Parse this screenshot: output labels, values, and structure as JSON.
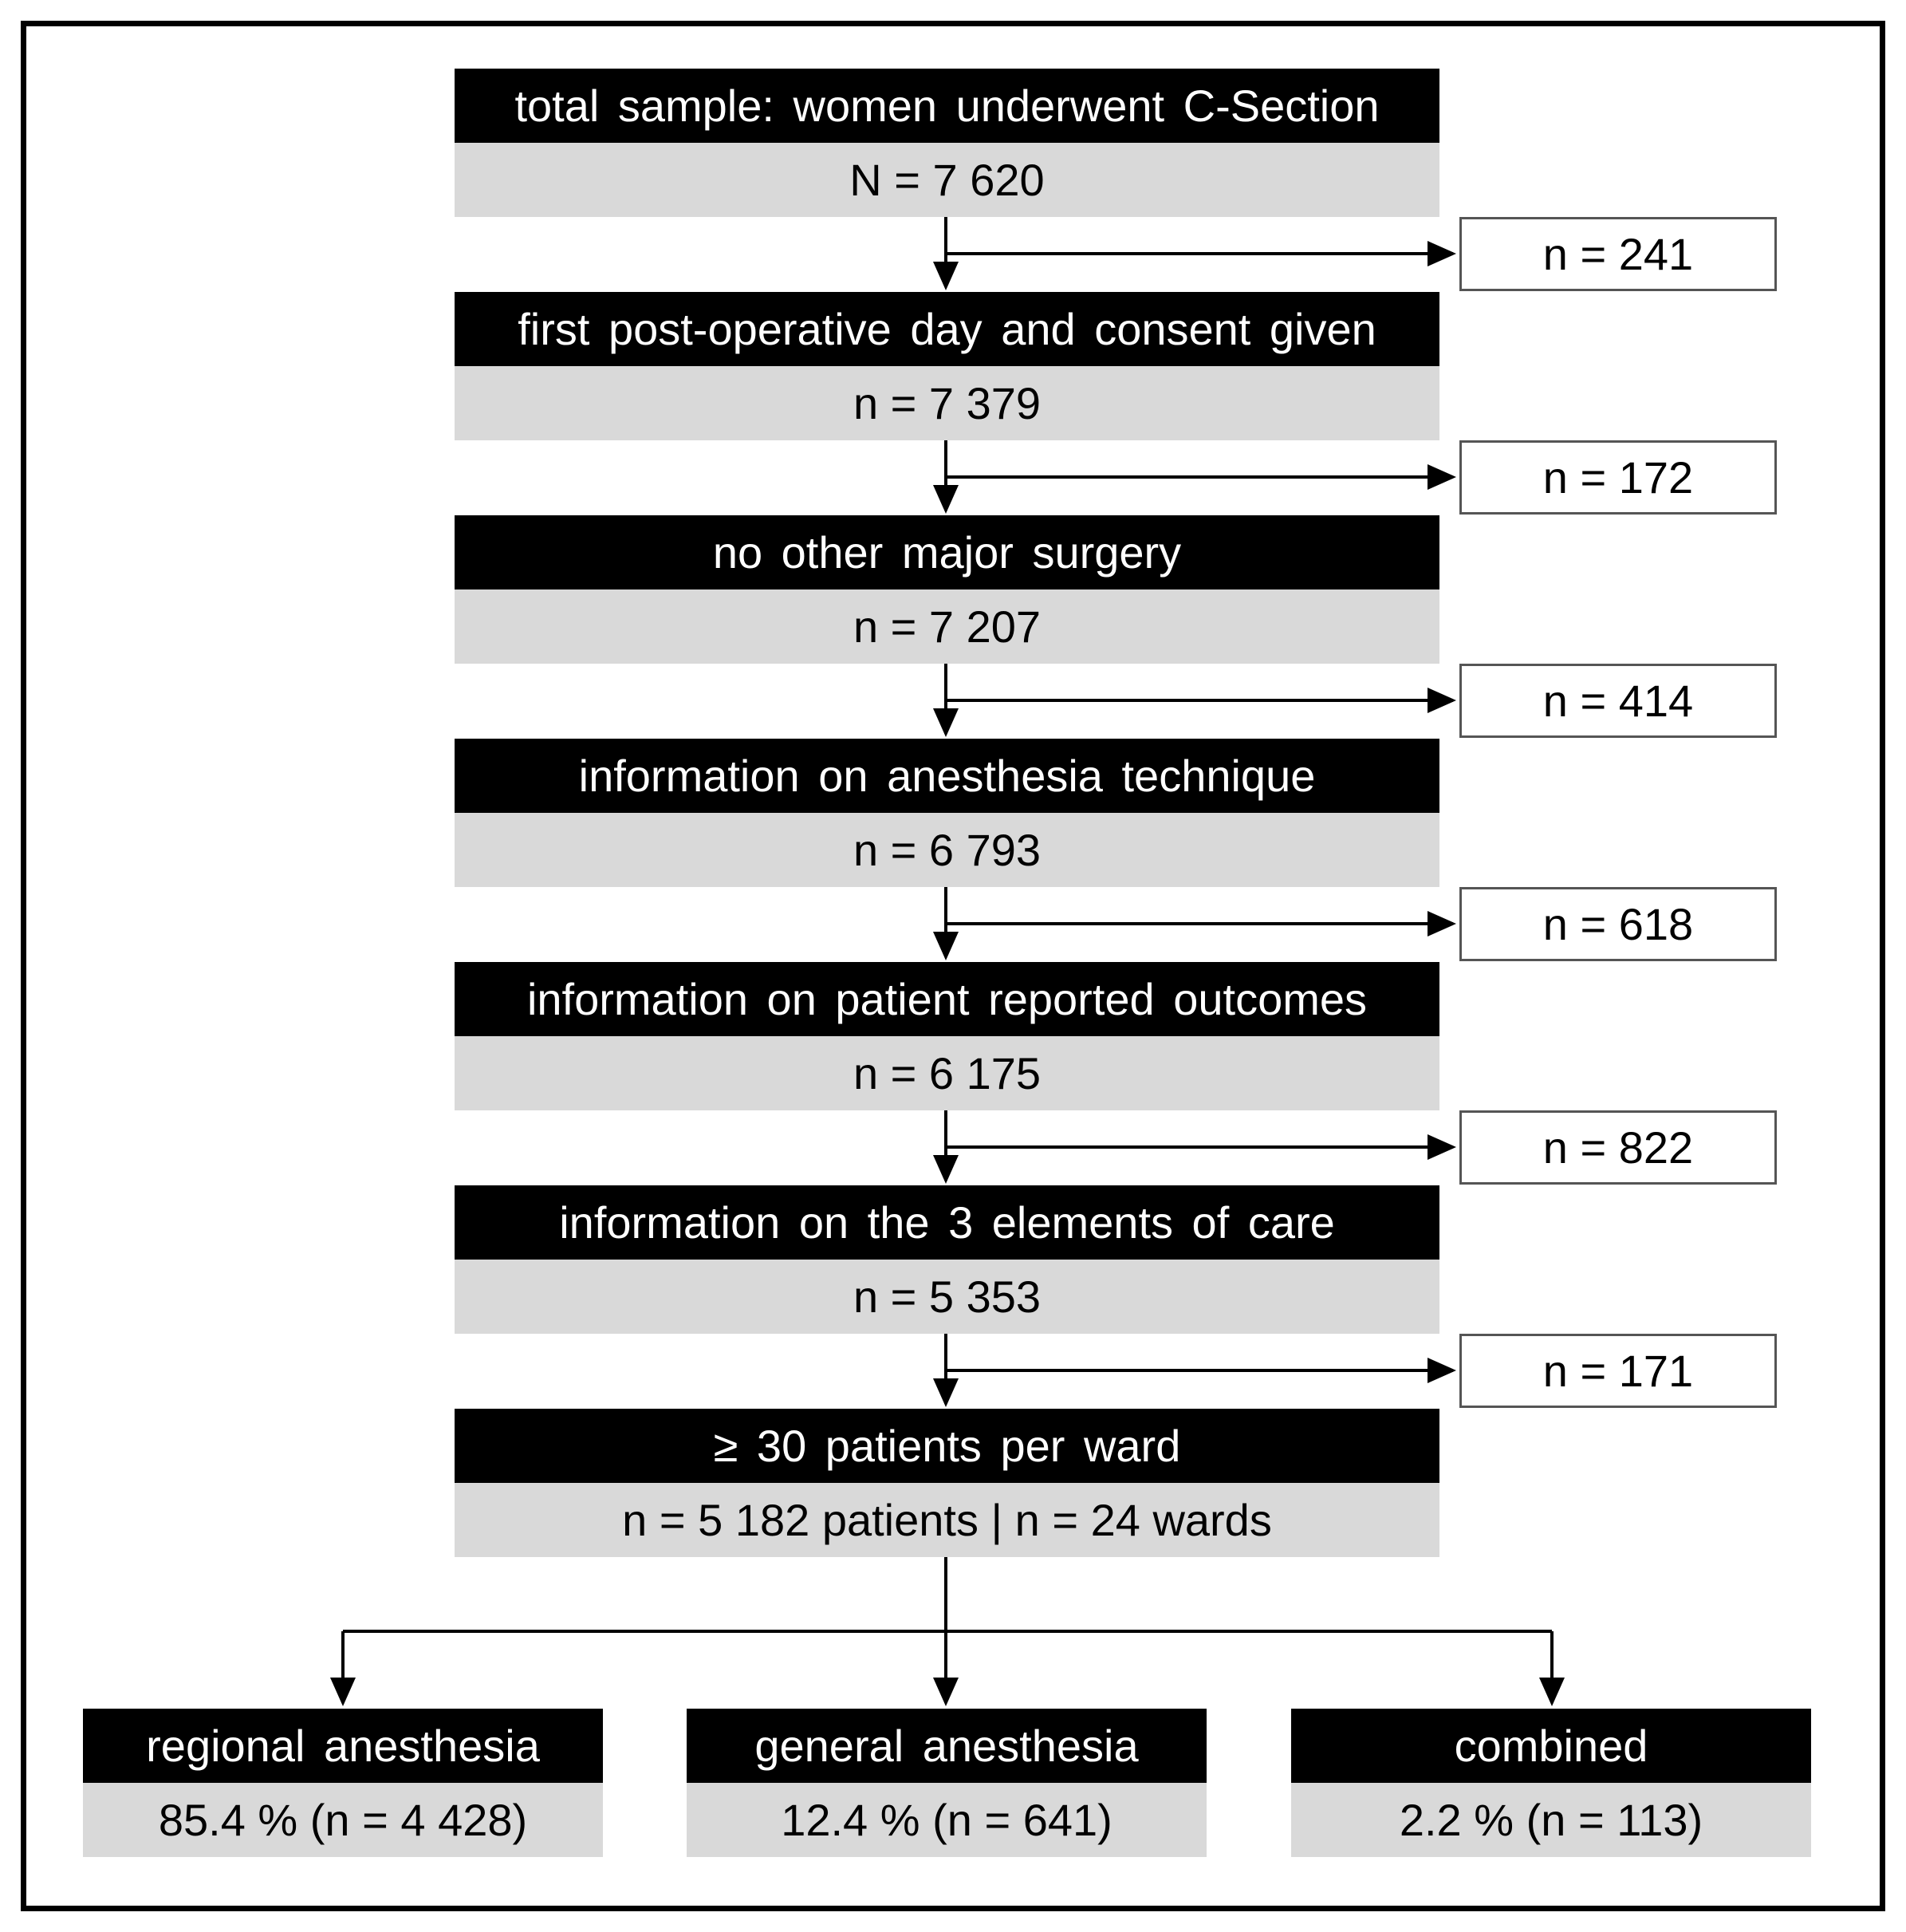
{
  "steps": [
    {
      "label": "total sample: women underwent C-Section",
      "count": "N = 7 620"
    },
    {
      "label": "first post-operative day and consent given",
      "count": "n = 7 379"
    },
    {
      "label": "no other major surgery",
      "count": "n = 7 207"
    },
    {
      "label": "information on anesthesia technique",
      "count": "n = 6 793"
    },
    {
      "label": "information on patient reported outcomes",
      "count": "n = 6 175"
    },
    {
      "label": "information on the 3 elements of care",
      "count": "n = 5 353"
    },
    {
      "label": "≥ 30 patients per ward",
      "count": "n = 5 182 patients | n = 24 wards"
    }
  ],
  "exclusions": [
    "n = 241",
    "n = 172",
    "n = 414",
    "n = 618",
    "n = 822",
    "n = 171"
  ],
  "groups": [
    {
      "label": "regional anesthesia",
      "value": "85.4 % (n = 4 428)"
    },
    {
      "label": "general anesthesia",
      "value": "12.4 % (n = 641)"
    },
    {
      "label": "combined",
      "value": "2.2 % (n = 113)"
    }
  ]
}
